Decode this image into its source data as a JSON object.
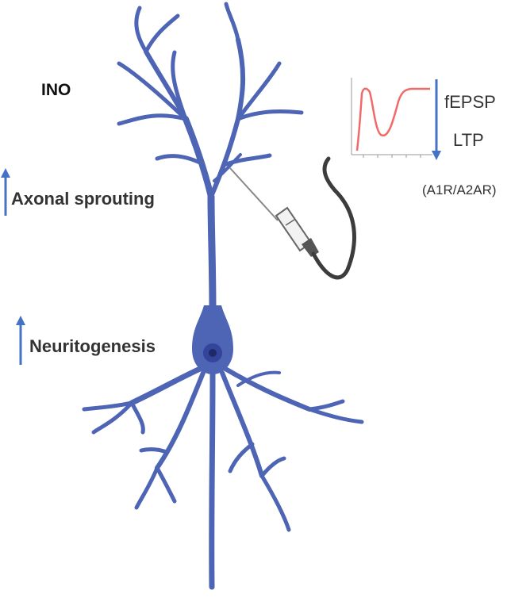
{
  "labels": {
    "ino": "INO",
    "axonal_sprouting": "Axonal sprouting",
    "neuritogenesis": "Neuritogenesis",
    "fepsp": "fEPSP",
    "ltp": "LTP",
    "receptors": "(A1R/A2AR)"
  },
  "colors": {
    "neuron": "#4E64B4",
    "arrow": "#4472C4",
    "trace": "#F06A6A",
    "electrode_cable": "#3C3C3C",
    "nucleus": "#2C3C86"
  },
  "indicators": {
    "axonal_sprouting": "increase",
    "neuritogenesis": "increase",
    "fepsp_ltp": "decrease"
  }
}
